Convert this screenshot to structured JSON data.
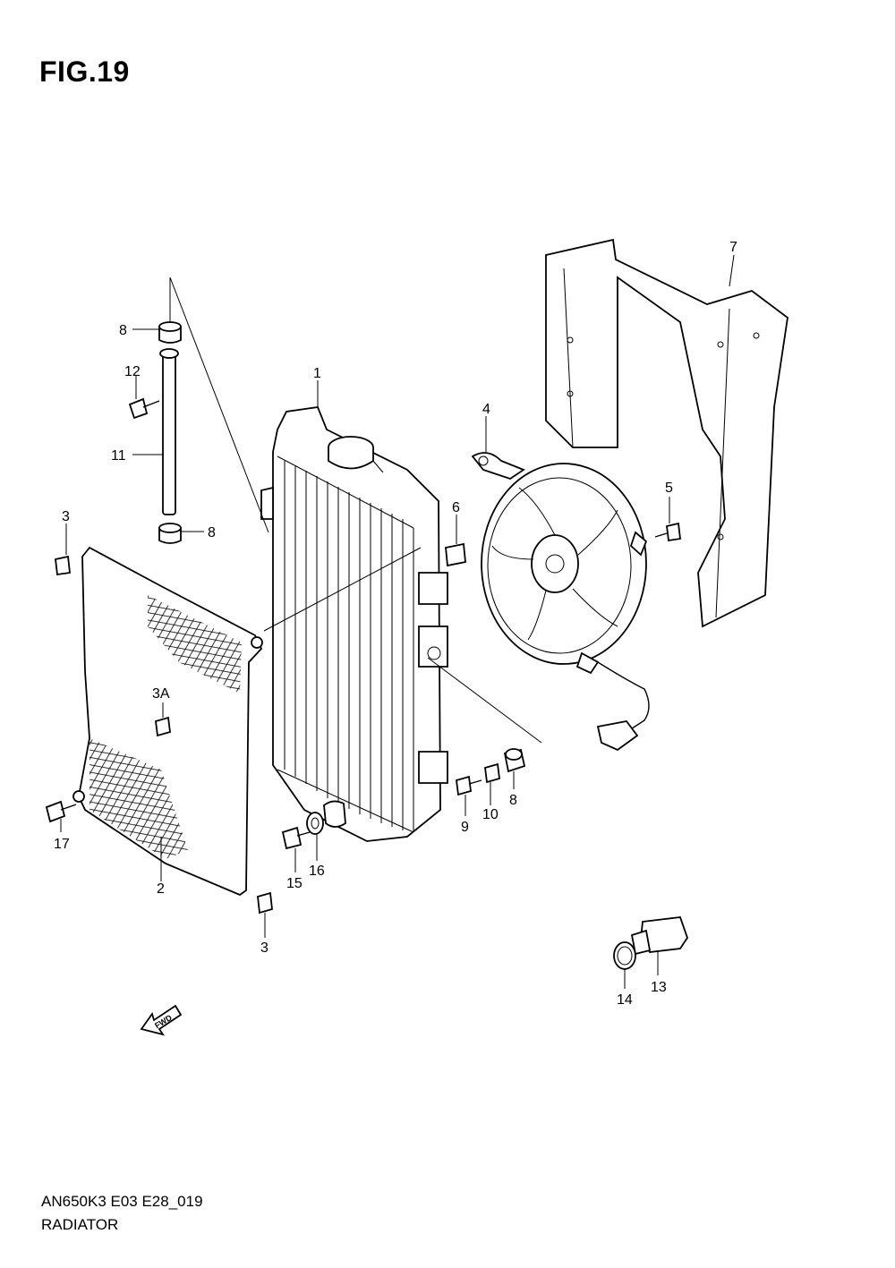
{
  "figure": {
    "title": "FIG.19"
  },
  "footer": {
    "model_code": "AN650K3 E03 E28_019",
    "section_name": "RADIATOR"
  },
  "fwd_label": "FWD",
  "callouts": {
    "p1": "1",
    "p2": "2",
    "p3a": "3",
    "p3b": "3",
    "p3A": "3A",
    "p4": "4",
    "p5": "5",
    "p6": "6",
    "p7": "7",
    "p8a": "8",
    "p8b": "8",
    "p8c": "8",
    "p9": "9",
    "p10": "10",
    "p11": "11",
    "p12": "12",
    "p13": "13",
    "p14": "14",
    "p15": "15",
    "p16": "16",
    "p17": "17"
  }
}
